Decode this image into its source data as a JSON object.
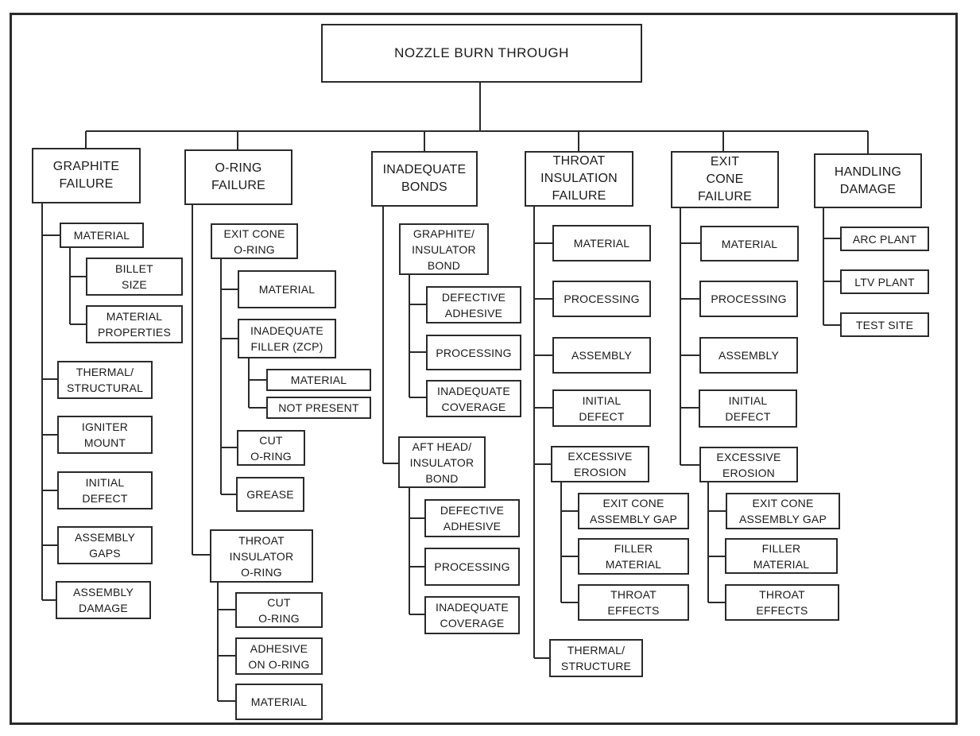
{
  "root": "NOZZLE BURN THROUGH",
  "graphite": {
    "title": "GRAPHITE\nFAILURE",
    "material": "MATERIAL",
    "billet_size": "BILLET\nSIZE",
    "material_properties": "MATERIAL\nPROPERTIES",
    "thermal_structural": "THERMAL/\nSTRUCTURAL",
    "igniter_mount": "IGNITER\nMOUNT",
    "initial_defect": "INITIAL\nDEFECT",
    "assembly_gaps": "ASSEMBLY\nGAPS",
    "assembly_damage": "ASSEMBLY\nDAMAGE"
  },
  "oring": {
    "title": "O-RING\nFAILURE",
    "exit_cone_oring": "EXIT CONE\nO-RING",
    "material": "MATERIAL",
    "inadequate_filler": "INADEQUATE\nFILLER (ZCP)",
    "filler_material": "MATERIAL",
    "not_present": "NOT PRESENT",
    "cut_oring": "CUT\nO-RING",
    "grease": "GREASE",
    "throat_insulator_oring": "THROAT\nINSULATOR\nO-RING",
    "cut_oring_2": "CUT\nO-RING",
    "adhesive_on_oring": "ADHESIVE\nON O-RING",
    "material_2": "MATERIAL"
  },
  "bonds": {
    "title": "INADEQUATE\nBONDS",
    "graphite_insulator_bond": "GRAPHITE/\nINSULATOR\nBOND",
    "defective_adhesive": "DEFECTIVE\nADHESIVE",
    "processing": "PROCESSING",
    "inadequate_coverage": "INADEQUATE\nCOVERAGE",
    "aft_head_insulator_bond": "AFT HEAD/\nINSULATOR\nBOND",
    "defective_adhesive_2": "DEFECTIVE\nADHESIVE",
    "processing_2": "PROCESSING",
    "inadequate_coverage_2": "INADEQUATE\nCOVERAGE"
  },
  "throat": {
    "title": "THROAT\nINSULATION\nFAILURE",
    "material": "MATERIAL",
    "processing": "PROCESSING",
    "assembly": "ASSEMBLY",
    "initial_defect": "INITIAL\nDEFECT",
    "excessive_erosion": "EXCESSIVE\nEROSION",
    "exit_cone_assembly_gap": "EXIT CONE\nASSEMBLY GAP",
    "filler_material": "FILLER\nMATERIAL",
    "throat_effects": "THROAT\nEFFECTS",
    "thermal_structure": "THERMAL/\nSTRUCTURE"
  },
  "exitcone": {
    "title": "EXIT\nCONE\nFAILURE",
    "material": "MATERIAL",
    "processing": "PROCESSING",
    "assembly": "ASSEMBLY",
    "initial_defect": "INITIAL\nDEFECT",
    "excessive_erosion": "EXCESSIVE\nEROSION",
    "exit_cone_assembly_gap": "EXIT CONE\nASSEMBLY GAP",
    "filler_material": "FILLER\nMATERIAL",
    "throat_effects": "THROAT\nEFFECTS"
  },
  "handling": {
    "title": "HANDLING\nDAMAGE",
    "arc_plant": "ARC PLANT",
    "ltv_plant": "LTV PLANT",
    "test_site": "TEST SITE"
  }
}
